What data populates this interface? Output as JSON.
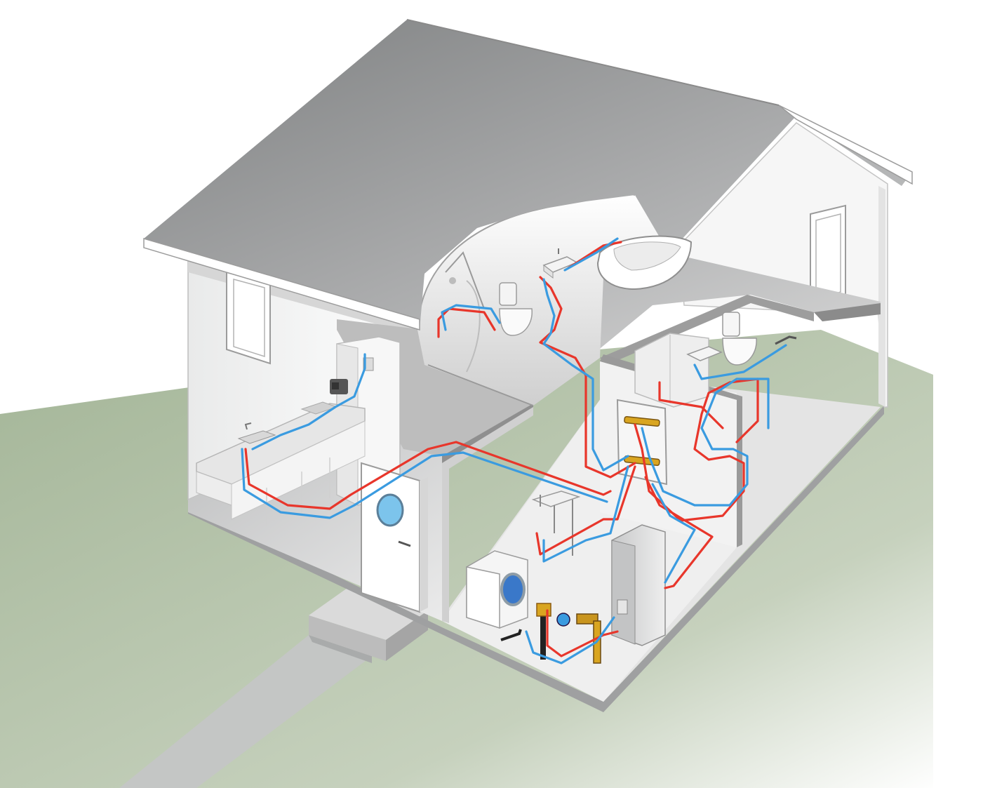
{
  "diagram": {
    "labels": [],
    "colors": {
      "hot_water_pipe": "#e8362b",
      "cold_water_pipe": "#3a9be0",
      "lawn": "#a9b99b",
      "roof": "#8e9091",
      "wall": "#eeeeee",
      "floor": "#c9c9c9",
      "manifold_brass": "#d9a520"
    },
    "elements": {
      "roof": "roof",
      "lawn": "lawn",
      "path": "garden-path",
      "front-step": "front-step",
      "entrance-door": "door",
      "kitchen": [
        "kitchen-counter",
        "kitchen-sink-faucet",
        "kitchen-cabinets",
        "tall-cabinet",
        "coffee-machine"
      ],
      "upstairs-bathroom": [
        "shower",
        "toilet",
        "washbasin",
        "bathtub"
      ],
      "ground-bathroom": [
        "toilet",
        "washbasin",
        "shower-cabinet",
        "tap-fitting"
      ],
      "utility-room": [
        "washing-machine",
        "utility-sink",
        "water-heater",
        "water-meter",
        "service-valves",
        "distribution-manifolds"
      ],
      "windows": [
        "window-left",
        "window-right"
      ]
    }
  }
}
